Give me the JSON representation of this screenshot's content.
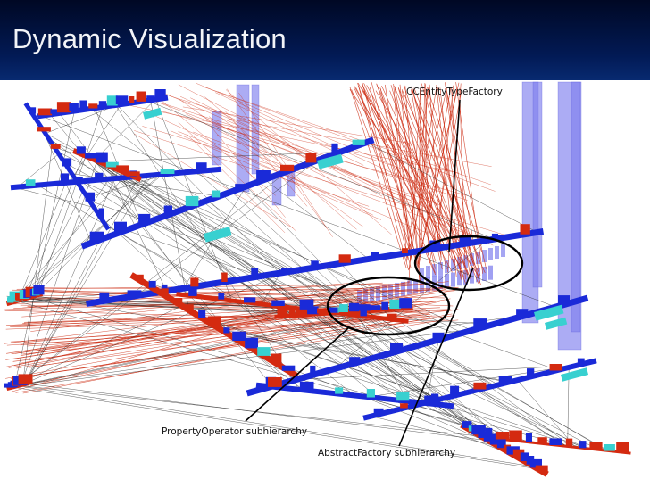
{
  "slide": {
    "title": "Dynamic Visualization"
  },
  "annotations": {
    "top_label": "CCEntityTypeFactory",
    "left_label": "PropertyOperator subhierarchy",
    "bottom_label": "AbstractFactory subhierarchy"
  },
  "colors": {
    "class_blue": "#1a2ad8",
    "class_red": "#d42a10",
    "class_cyan": "#38d0d0",
    "instance_column": "#8080ee",
    "call_line": "#cc2a10",
    "reference_line": "#222222"
  }
}
